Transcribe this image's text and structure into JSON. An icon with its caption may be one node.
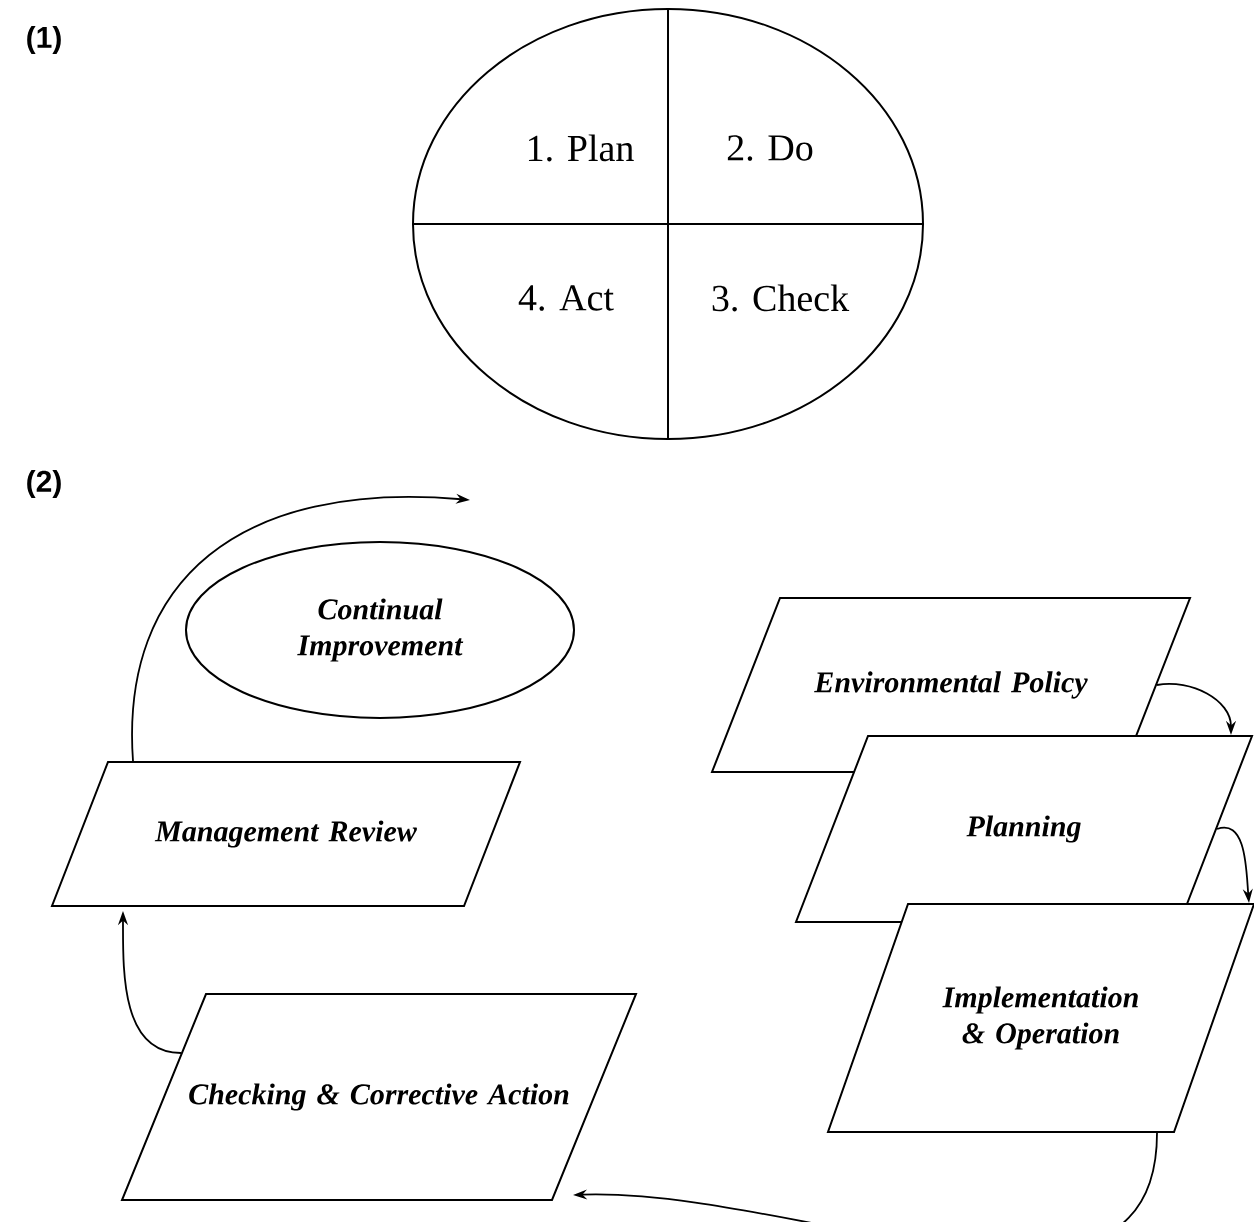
{
  "diagram": {
    "nodes": [
      {
        "text": [
          "1. Plan",
          "2. Do",
          "4. Act",
          "3. Check"
        ]
      },
      {
        "text": [
          "Continual Improvement"
        ]
      },
      {
        "text": [
          "Environmental Policy"
        ]
      },
      {
        "text": [
          "Management Review"
        ]
      },
      {
        "text": [
          "Planning"
        ]
      },
      {
        "text": [
          "Checking & Corrective Action"
        ]
      },
      {
        "text": [
          "Implementation & Operation"
        ]
      }
    ],
    "edges": [
      {
        "from": 2,
        "to": 4,
        "arrow": "to"
      },
      {
        "from": 4,
        "to": 6,
        "arrow": "to"
      },
      {
        "from": 6,
        "to": 5,
        "arrow": "to"
      },
      {
        "from": 5,
        "to": 3,
        "arrow": "to"
      },
      {
        "from": 3,
        "to": null,
        "arrow": "to"
      }
    ],
    "labels": [
      "(1)",
      "(2)"
    ]
  }
}
